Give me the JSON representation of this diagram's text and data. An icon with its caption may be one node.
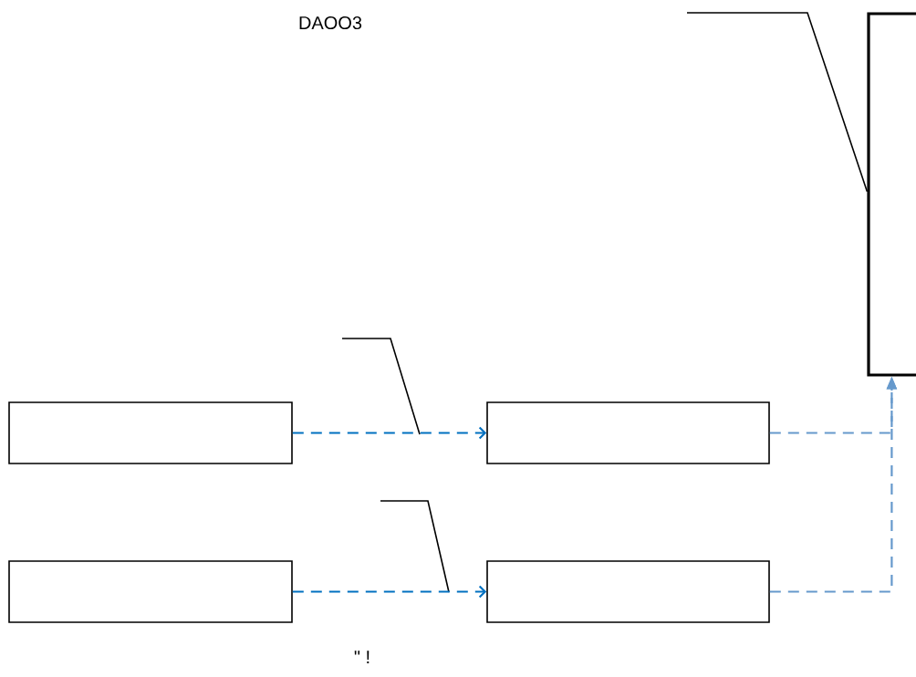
{
  "diagram": {
    "nodes": [
      {
        "text": [],
        "shape": "box"
      },
      {
        "text": [],
        "shape": "box"
      },
      {
        "text": [],
        "shape": "box"
      },
      {
        "text": [],
        "shape": "box"
      },
      {
        "text": [],
        "shape": "box"
      }
    ],
    "edges": [
      {
        "from": 1,
        "to": 2,
        "arrow": "to",
        "style": "dashed",
        "color": "#0070c0"
      },
      {
        "from": 3,
        "to": 4,
        "arrow": "to",
        "style": "dashed",
        "color": "#0070c0"
      },
      {
        "from": 2,
        "to": 0,
        "arrow": "to",
        "style": "dashed",
        "color": "#6699cc"
      },
      {
        "from": 4,
        "to": 0,
        "arrow": "to",
        "style": "dashed",
        "color": "#6699cc"
      },
      {
        "from": null,
        "to": 0,
        "arrow": "none",
        "color": "#000000"
      }
    ],
    "labels": [
      "DAOO3",
      "\" !"
    ]
  }
}
